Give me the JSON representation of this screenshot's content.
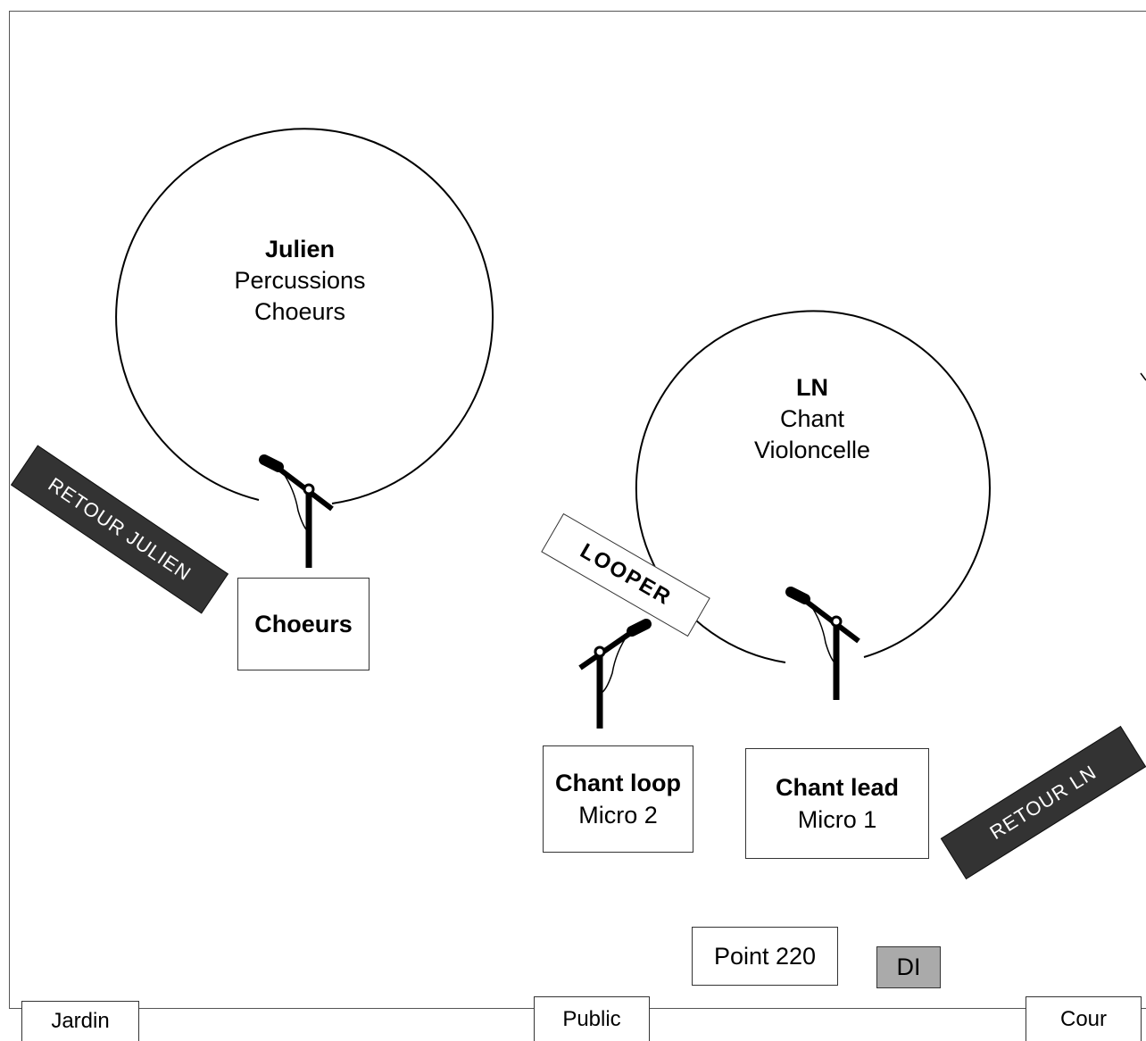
{
  "julien": {
    "name": "Julien",
    "role1": "Percussions",
    "role2": "Choeurs"
  },
  "ln": {
    "name": "LN",
    "role1": "Chant",
    "role2": "Violoncelle"
  },
  "retour_julien": "RETOUR JULIEN",
  "retour_ln": "RETOUR LN",
  "looper": "LOOPER",
  "choeurs": "Choeurs",
  "chant_loop": {
    "title": "Chant loop",
    "sub": "Micro 2"
  },
  "chant_lead": {
    "title": "Chant lead",
    "sub": "Micro 1"
  },
  "point220": "Point 220",
  "di": "DI",
  "edges": {
    "left": "Jardin",
    "center": "Public",
    "right": "Cour"
  },
  "colors": {
    "monitor": "#333333",
    "di": "#aaaaaa",
    "line": "#000000"
  },
  "icons": [
    "microphone-stand-icon"
  ]
}
